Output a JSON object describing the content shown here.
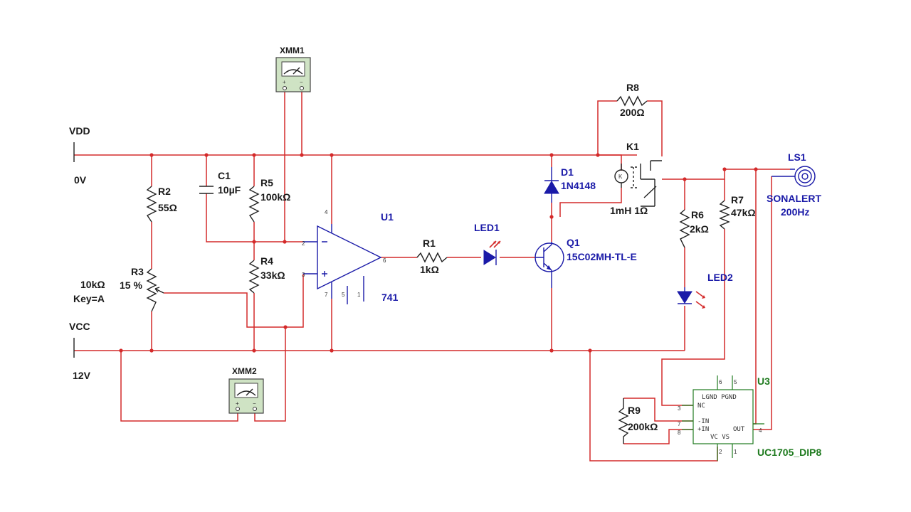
{
  "power": {
    "vdd": {
      "name": "VDD",
      "value": "0V"
    },
    "vcc": {
      "name": "VCC",
      "value": "12V"
    }
  },
  "meters": {
    "xmm1": "XMM1",
    "xmm2": "XMM2",
    "plus": "+",
    "minus": "−"
  },
  "components": {
    "c1": {
      "ref": "C1",
      "value": "10µF"
    },
    "r1": {
      "ref": "R1",
      "value": "1kΩ"
    },
    "r2": {
      "ref": "R2",
      "value": "55Ω"
    },
    "r3": {
      "ref": "R3",
      "value": "10kΩ",
      "pct": "15 %",
      "key": "Key=A"
    },
    "r4": {
      "ref": "R4",
      "value": "33kΩ"
    },
    "r5": {
      "ref": "R5",
      "value": "100kΩ"
    },
    "r6": {
      "ref": "R6",
      "value": "2kΩ"
    },
    "r7": {
      "ref": "R7",
      "value": "47kΩ"
    },
    "r8": {
      "ref": "R8",
      "value": "200Ω"
    },
    "r9": {
      "ref": "R9",
      "value": "200kΩ"
    },
    "u1": {
      "ref": "U1",
      "model": "741",
      "pins": [
        "4",
        "2",
        "3",
        "6",
        "7",
        "5",
        "1"
      ]
    },
    "led1": {
      "ref": "LED1"
    },
    "led2": {
      "ref": "LED2"
    },
    "q1": {
      "ref": "Q1",
      "model": "15C02MH-TL-E"
    },
    "d1": {
      "ref": "D1",
      "model": "1N4148"
    },
    "k1": {
      "ref": "K1",
      "spec": "1mH 1Ω",
      "coil_letter": "K"
    },
    "ls1": {
      "ref": "LS1",
      "model": "SONALERT",
      "freq": "200Hz"
    },
    "u3": {
      "ref": "U3",
      "model": "UC1705_DIP8",
      "pin_labels": {
        "top": "LGND PGND",
        "nc": "NC",
        "inm": "-IN",
        "inp": "+IN",
        "out": "OUT",
        "bottom": "VC VS"
      },
      "pins": [
        "6",
        "5",
        "3",
        "7",
        "8",
        "4",
        "2",
        "1"
      ]
    }
  },
  "colors": {
    "wire": "#d42a2a",
    "component": "#1a1aa8",
    "ic": "#1e7a1e",
    "meter_bg": "#cfe3c4"
  }
}
